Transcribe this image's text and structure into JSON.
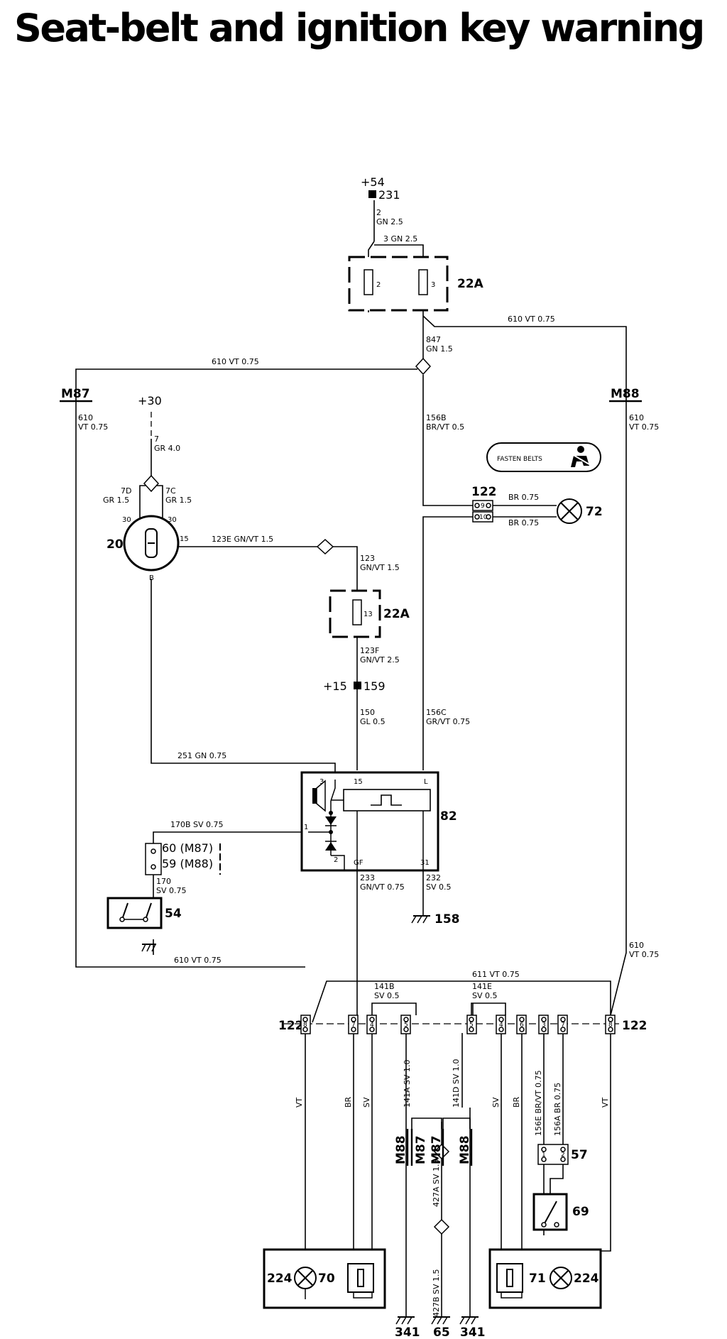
{
  "title": "Seat-belt and ignition key warning",
  "panel_text": "FASTEN BELTS",
  "feeds": {
    "p54": "+54",
    "n231": "231",
    "p30": "+30",
    "p15": "+15",
    "n159": "159"
  },
  "components": {
    "c22a": "22A",
    "c20": "20",
    "c82": "82",
    "c54": "54",
    "c72": "72",
    "c57": "57",
    "c69": "69",
    "c70": "70",
    "c71": "71",
    "c224": "224",
    "c122": "122",
    "c158": "158",
    "c60": "60 (M87)",
    "c59": "59 (M88)",
    "c341": "341",
    "c65": "65",
    "m87": "M87",
    "m88": "M88"
  },
  "pins": {
    "p2": "2",
    "p3": "3",
    "p13": "13",
    "p30": "30",
    "p15": "15",
    "pB": "B",
    "p3b": "3",
    "p1": "1",
    "p2b": "2",
    "p15b": "15",
    "pL": "L",
    "pGF": "GF",
    "p31": "31",
    "p8": "8",
    "p7": "7",
    "p4": "4",
    "p5": "5",
    "p6": "6",
    "p3c": "3",
    "p7b": "7",
    "p9": "9",
    "p10": "10",
    "p1c": "1",
    "p2c": "2"
  },
  "wires": {
    "w2a": "2",
    "w2b": "GN 2.5",
    "w3": "3 GN 2.5",
    "w610t": "610 VT 0.75",
    "w610l": "610 VT 0.75",
    "w847a": "847",
    "w847b": "GN 1.5",
    "w610m87a": "610",
    "w610m87b": "VT 0.75",
    "w610m88a": "610",
    "w610m88b": "VT 0.75",
    "w7a": "7",
    "w7b": "GR 4.0",
    "w7da": "7D",
    "w7db": "GR 1.5",
    "w7ca": "7C",
    "w7cb": "GR 1.5",
    "w156ba": "156B",
    "w156bb": "BR/VT 0.5",
    "wbr1": "BR 0.75",
    "wbr2": "BR 0.75",
    "w123e": "123E GN/VT 1.5",
    "w123a": "123",
    "w123b": "GN/VT 1.5",
    "w123fa": "123F",
    "w123fb": "GN/VT 2.5",
    "w150a": "150",
    "w150b": "GL 0.5",
    "w156ca": "156C",
    "w156cb": "GR/VT 0.75",
    "w251": "251 GN 0.75",
    "w170b": "170B SV 0.75",
    "w170a": "170",
    "w170c": "SV 0.75",
    "w233a": "233",
    "w233b": "GN/VT 0.75",
    "w232a": "232",
    "w232b": "SV 0.5",
    "w610b": "610 VT 0.75",
    "w611": "611 VT 0.75",
    "w610ra": "610",
    "w610rb": "VT 0.75",
    "w141ba": "141B",
    "w141bb": "SV 0.5",
    "w141ea": "141E",
    "w141eb": "SV 0.5",
    "w141a": "141A SV 1.0",
    "w141d": "141D SV 1.0",
    "w156e": "156E BR/VT 0.75",
    "w156a": "156A BR 0.75",
    "w427a": "427A SV 1.5",
    "w427b": "427B SV 1.5",
    "vt1": "VT",
    "br1": "BR",
    "sv1": "SV",
    "sv2": "SV",
    "br2": "BR",
    "vt2": "VT"
  }
}
